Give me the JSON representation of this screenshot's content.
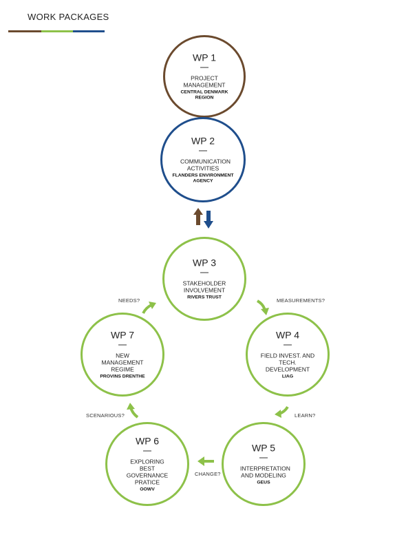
{
  "header": {
    "title": "WORK PACKAGES",
    "bar_colors": [
      "#6b4a2e",
      "#8dc149",
      "#1f4e8c"
    ]
  },
  "colors": {
    "brown": "#6b4a2e",
    "blue": "#1f4e8c",
    "green": "#8dc149"
  },
  "work_packages": [
    {
      "id": "WP 1",
      "name": "PROJECT MANAGEMENT",
      "lead": "CENTRAL DENMARK REGION"
    },
    {
      "id": "WP 2",
      "name": "COMMUNICATION ACTIVITIES",
      "lead": "FLANDERS ENVIRONMENT AGENCY"
    },
    {
      "id": "WP 3",
      "name": "STAKEHOLDER INVOLVEMENT",
      "lead": "RIVERS TRUST"
    },
    {
      "id": "WP 4",
      "name": "FIELD INVEST. AND TECH. DEVELOPMENT",
      "lead": "LIAG"
    },
    {
      "id": "WP 5",
      "name": "INTERPRETATION AND MODELING",
      "lead": "GEUS"
    },
    {
      "id": "WP 6",
      "name": "EXPLORING BEST GOVERNANCE PRATICE",
      "lead": "OOWV"
    },
    {
      "id": "WP 7",
      "name": "NEW MANAGEMENT REGIME",
      "lead": "PROVINS DRENTHE"
    }
  ],
  "flow_labels": {
    "needs": "NEEDS?",
    "measurements": "MEASUREMENTS?",
    "learn": "LEARN?",
    "change": "CHANGE?",
    "scenarious": "SCENARIOUS?"
  }
}
